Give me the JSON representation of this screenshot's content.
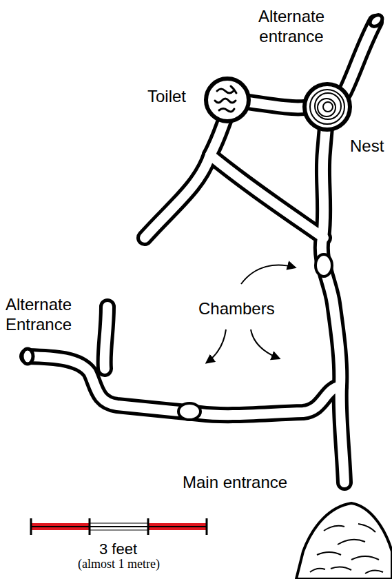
{
  "diagram": {
    "labels": [
      "Alternate entrance",
      "Toilet",
      "Nest",
      "Chambers",
      "Alternate Entrance",
      "Main entrance",
      "3 feet",
      "(almost 1 metre)"
    ]
  }
}
